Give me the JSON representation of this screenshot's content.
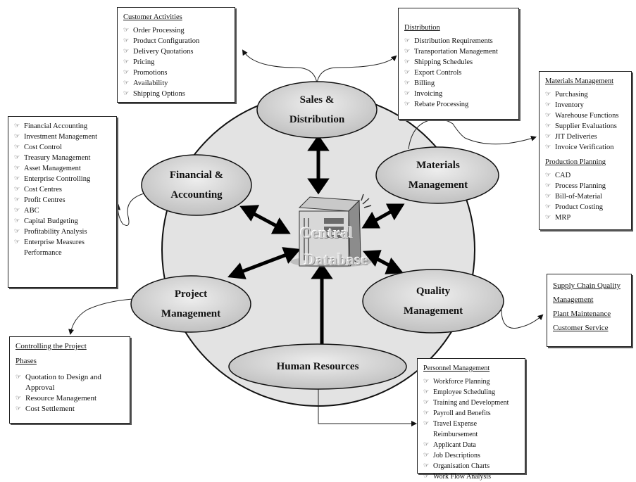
{
  "nodes": {
    "sales": "Sales &\nDistribution",
    "materials": "Materials\nManagement",
    "financial": "Financial &\nAccounting",
    "project": "Project\nManagement",
    "quality": "Quality\nManagement",
    "hr": "Human Resources"
  },
  "central": {
    "line1": "Central",
    "line2": "Database"
  },
  "customer_activities": {
    "title": "Customer Activities",
    "items": [
      "Order Processing",
      "Product Configuration",
      "Delivery Quotations",
      "Pricing",
      "Promotions",
      "Availability",
      "Shipping Options"
    ]
  },
  "distribution": {
    "title": "Distribution",
    "items": [
      "Distribution Requirements",
      "Transportation Management",
      "Shipping Schedules",
      "Export Controls",
      "Billing",
      "Invoicing",
      "Rebate Processing"
    ]
  },
  "materials_box": {
    "title": "Materials Management",
    "items": [
      "Purchasing",
      "Inventory",
      "Warehouse Functions",
      "Supplier Evaluations",
      "JIT Deliveries",
      "Invoice Verification"
    ],
    "title2": "Production Planning",
    "items2": [
      "CAD",
      "Process Planning",
      "Bill-of-Material",
      "Product Costing",
      "MRP"
    ]
  },
  "financial_box": {
    "items": [
      "Financial Accounting",
      "Investment Management",
      "Cost Control",
      "Treasury Management",
      "Asset Management",
      "Enterprise Controlling",
      "Cost Centres",
      "Profit Centres",
      "ABC",
      "Capital Budgeting",
      "Profitability Analysis",
      "Enterprise Measures Performance"
    ]
  },
  "quality_box": {
    "items": [
      "Supply Chain Quality",
      "Management",
      "Plant Maintenance",
      "Customer Service"
    ]
  },
  "project_box": {
    "title": "Controlling the Project",
    "title2": "Phases",
    "items": [
      "Quotation to Design and Approval",
      "Resource Management",
      "Cost Settlement"
    ]
  },
  "personnel_box": {
    "title": "Personnel Management",
    "items": [
      "Workforce Planning",
      "Employee Scheduling",
      "Training and Development",
      "Payroll and Benefits",
      "Travel Expense Reimbursement",
      "Applicant Data",
      "Job Descriptions",
      "Organisation Charts",
      "Work Flow Analysis"
    ]
  }
}
